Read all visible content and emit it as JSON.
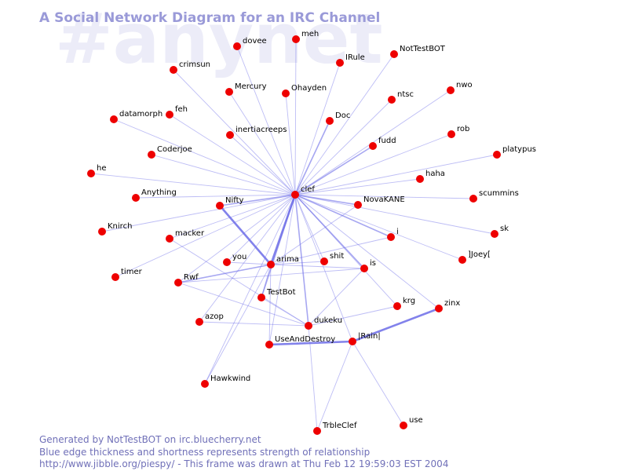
{
  "watermark": "#anynet",
  "title": "A Social Network Diagram for an IRC Channel",
  "colors": {
    "node": "#ee0000",
    "edge": "#6c6ce8",
    "title": "#9a9ad8",
    "footer": "#7070b8",
    "watermark": "#ececf8"
  },
  "nodes": [
    {
      "id": "clef",
      "label": "clef"
    },
    {
      "id": "meh",
      "label": "meh"
    },
    {
      "id": "dovee",
      "label": "dovee"
    },
    {
      "id": "IRule",
      "label": "IRule"
    },
    {
      "id": "NotTestBOT",
      "label": "NotTestBOT"
    },
    {
      "id": "crimsun",
      "label": "crimsun"
    },
    {
      "id": "Mercury",
      "label": "Mercury"
    },
    {
      "id": "Ohayden",
      "label": "Ohayden"
    },
    {
      "id": "ntsc",
      "label": "ntsc"
    },
    {
      "id": "nwo",
      "label": "nwo"
    },
    {
      "id": "datamorph",
      "label": "datamorph"
    },
    {
      "id": "feh",
      "label": "feh"
    },
    {
      "id": "Doc",
      "label": "Doc"
    },
    {
      "id": "rob",
      "label": "rob"
    },
    {
      "id": "inertiacreeps",
      "label": "inertiacreeps"
    },
    {
      "id": "fudd",
      "label": "fudd"
    },
    {
      "id": "platypus",
      "label": "platypus"
    },
    {
      "id": "Coderjoe",
      "label": "Coderjoe"
    },
    {
      "id": "he",
      "label": "he"
    },
    {
      "id": "haha",
      "label": "haha"
    },
    {
      "id": "Anything",
      "label": "Anything"
    },
    {
      "id": "Nifty",
      "label": "Nifty"
    },
    {
      "id": "NovaKANE",
      "label": "NovaKANE"
    },
    {
      "id": "scummins",
      "label": "scummins"
    },
    {
      "id": "Knirch",
      "label": "Knirch"
    },
    {
      "id": "macker",
      "label": "macker"
    },
    {
      "id": "sk",
      "label": "sk"
    },
    {
      "id": "i",
      "label": "i"
    },
    {
      "id": "JJoey",
      "label": "]Joey["
    },
    {
      "id": "you",
      "label": "you"
    },
    {
      "id": "arima",
      "label": "arima"
    },
    {
      "id": "shit",
      "label": "shit"
    },
    {
      "id": "is",
      "label": "is"
    },
    {
      "id": "timer",
      "label": "timer"
    },
    {
      "id": "Rwf",
      "label": "Rwf"
    },
    {
      "id": "TestBot",
      "label": "TestBot"
    },
    {
      "id": "krg",
      "label": "krg"
    },
    {
      "id": "zinx",
      "label": "zinx"
    },
    {
      "id": "azop",
      "label": "azop"
    },
    {
      "id": "dukeku",
      "label": "dukeku"
    },
    {
      "id": "Rain",
      "label": "|Rain|"
    },
    {
      "id": "UseAndDestroy",
      "label": "UseAndDestroy"
    },
    {
      "id": "Hawkwind",
      "label": "Hawkwind"
    },
    {
      "id": "TrbleClef",
      "label": "TrbleClef"
    },
    {
      "id": "use",
      "label": "use"
    }
  ],
  "edges": [
    {
      "source": "clef",
      "target": "meh",
      "strength": 1
    },
    {
      "source": "clef",
      "target": "dovee",
      "strength": 1
    },
    {
      "source": "clef",
      "target": "IRule",
      "strength": 1
    },
    {
      "source": "clef",
      "target": "NotTestBOT",
      "strength": 1
    },
    {
      "source": "clef",
      "target": "crimsun",
      "strength": 1
    },
    {
      "source": "clef",
      "target": "Mercury",
      "strength": 1
    },
    {
      "source": "clef",
      "target": "Ohayden",
      "strength": 1
    },
    {
      "source": "clef",
      "target": "ntsc",
      "strength": 1
    },
    {
      "source": "clef",
      "target": "nwo",
      "strength": 1
    },
    {
      "source": "clef",
      "target": "datamorph",
      "strength": 1
    },
    {
      "source": "clef",
      "target": "feh",
      "strength": 1
    },
    {
      "source": "clef",
      "target": "Doc",
      "strength": 2
    },
    {
      "source": "clef",
      "target": "rob",
      "strength": 1
    },
    {
      "source": "clef",
      "target": "inertiacreeps",
      "strength": 1
    },
    {
      "source": "clef",
      "target": "fudd",
      "strength": 2
    },
    {
      "source": "clef",
      "target": "platypus",
      "strength": 1
    },
    {
      "source": "clef",
      "target": "Coderjoe",
      "strength": 1
    },
    {
      "source": "clef",
      "target": "he",
      "strength": 1
    },
    {
      "source": "clef",
      "target": "haha",
      "strength": 1
    },
    {
      "source": "clef",
      "target": "Anything",
      "strength": 1
    },
    {
      "source": "clef",
      "target": "Nifty",
      "strength": 2
    },
    {
      "source": "clef",
      "target": "NovaKANE",
      "strength": 2
    },
    {
      "source": "clef",
      "target": "scummins",
      "strength": 1
    },
    {
      "source": "clef",
      "target": "Knirch",
      "strength": 1
    },
    {
      "source": "clef",
      "target": "macker",
      "strength": 1
    },
    {
      "source": "clef",
      "target": "sk",
      "strength": 1
    },
    {
      "source": "clef",
      "target": "i",
      "strength": 2
    },
    {
      "source": "clef",
      "target": "JJoey",
      "strength": 1
    },
    {
      "source": "clef",
      "target": "you",
      "strength": 1
    },
    {
      "source": "clef",
      "target": "arima",
      "strength": 3
    },
    {
      "source": "clef",
      "target": "shit",
      "strength": 1
    },
    {
      "source": "clef",
      "target": "is",
      "strength": 2
    },
    {
      "source": "clef",
      "target": "timer",
      "strength": 1
    },
    {
      "source": "clef",
      "target": "Rwf",
      "strength": 1
    },
    {
      "source": "clef",
      "target": "TestBot",
      "strength": 2
    },
    {
      "source": "clef",
      "target": "krg",
      "strength": 1
    },
    {
      "source": "clef",
      "target": "zinx",
      "strength": 1
    },
    {
      "source": "clef",
      "target": "azop",
      "strength": 1
    },
    {
      "source": "clef",
      "target": "dukeku",
      "strength": 2
    },
    {
      "source": "clef",
      "target": "UseAndDestroy",
      "strength": 1
    },
    {
      "source": "clef",
      "target": "Hawkwind",
      "strength": 1
    },
    {
      "source": "clef",
      "target": "Rain",
      "strength": 1
    },
    {
      "source": "Nifty",
      "target": "arima",
      "strength": 3
    },
    {
      "source": "arima",
      "target": "Rwf",
      "strength": 2
    },
    {
      "source": "arima",
      "target": "i",
      "strength": 1
    },
    {
      "source": "arima",
      "target": "is",
      "strength": 1
    },
    {
      "source": "arima",
      "target": "you",
      "strength": 1
    },
    {
      "source": "arima",
      "target": "shit",
      "strength": 1
    },
    {
      "source": "arima",
      "target": "TestBot",
      "strength": 1
    },
    {
      "source": "arima",
      "target": "UseAndDestroy",
      "strength": 1
    },
    {
      "source": "arima",
      "target": "Hawkwind",
      "strength": 1
    },
    {
      "source": "arima",
      "target": "NovaKANE",
      "strength": 1
    },
    {
      "source": "Rwf",
      "target": "dukeku",
      "strength": 1
    },
    {
      "source": "Rwf",
      "target": "is",
      "strength": 1
    },
    {
      "source": "macker",
      "target": "dukeku",
      "strength": 1
    },
    {
      "source": "TestBot",
      "target": "dukeku",
      "strength": 1
    },
    {
      "source": "azop",
      "target": "dukeku",
      "strength": 1
    },
    {
      "source": "krg",
      "target": "dukeku",
      "strength": 1
    },
    {
      "source": "is",
      "target": "dukeku",
      "strength": 1
    },
    {
      "source": "dukeku",
      "target": "TrbleClef",
      "strength": 1
    },
    {
      "source": "Rain",
      "target": "zinx",
      "strength": 3
    },
    {
      "source": "Rain",
      "target": "UseAndDestroy",
      "strength": 3
    },
    {
      "source": "Rain",
      "target": "use",
      "strength": 1
    },
    {
      "source": "Rain",
      "target": "TrbleClef",
      "strength": 1
    }
  ],
  "footer": [
    "Generated by NotTestBOT on irc.bluecherry.net",
    "Blue edge thickness and shortness represents strength of relationship",
    "http://www.jibble.org/piespy/ - This frame was drawn at Thu Feb 12 19:59:03 EST 2004"
  ]
}
